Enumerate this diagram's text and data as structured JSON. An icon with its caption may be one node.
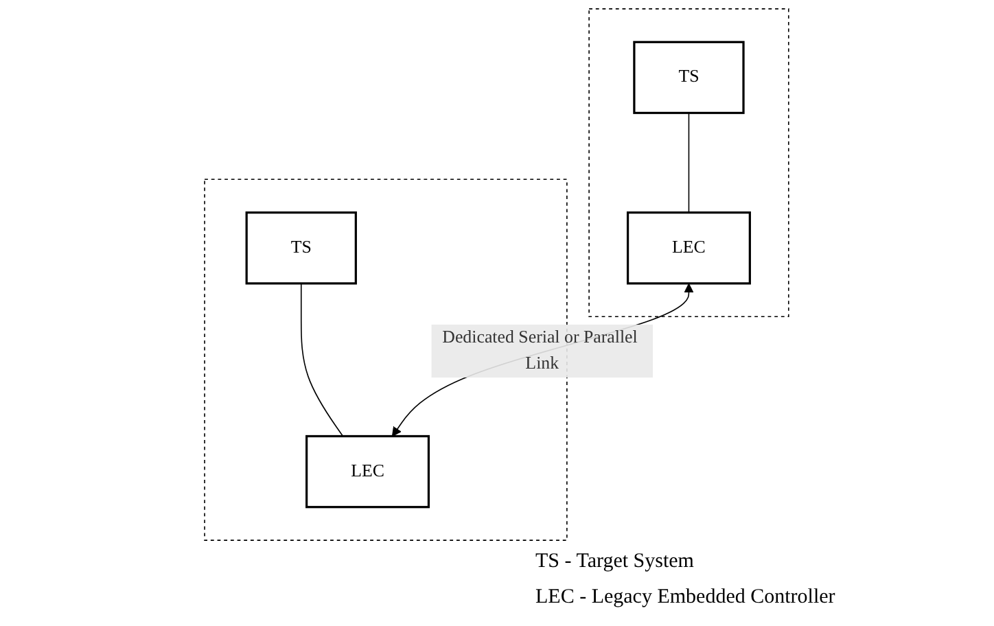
{
  "diagram": {
    "nodes": [
      {
        "text": [],
        "shape": "box"
      },
      {
        "text": [
          "TS"
        ],
        "in": 0
      },
      {
        "text": [
          "LEC"
        ],
        "in": 0
      },
      {
        "text": [],
        "shape": "box"
      },
      {
        "text": [
          "TS"
        ],
        "in": 3
      },
      {
        "text": [
          "LEC"
        ],
        "in": 3
      }
    ],
    "edges": [
      {
        "from": 1,
        "to": 2,
        "arrow": "none"
      },
      {
        "from": 4,
        "to": 5,
        "arrow": "none"
      },
      {
        "from": 5,
        "to": 2,
        "arrow": "both",
        "label": "Dedicated Serial or Parallel Link"
      }
    ],
    "labels": [
      "TS - Target System",
      "LEC - Legacy Embedded Controller"
    ]
  }
}
